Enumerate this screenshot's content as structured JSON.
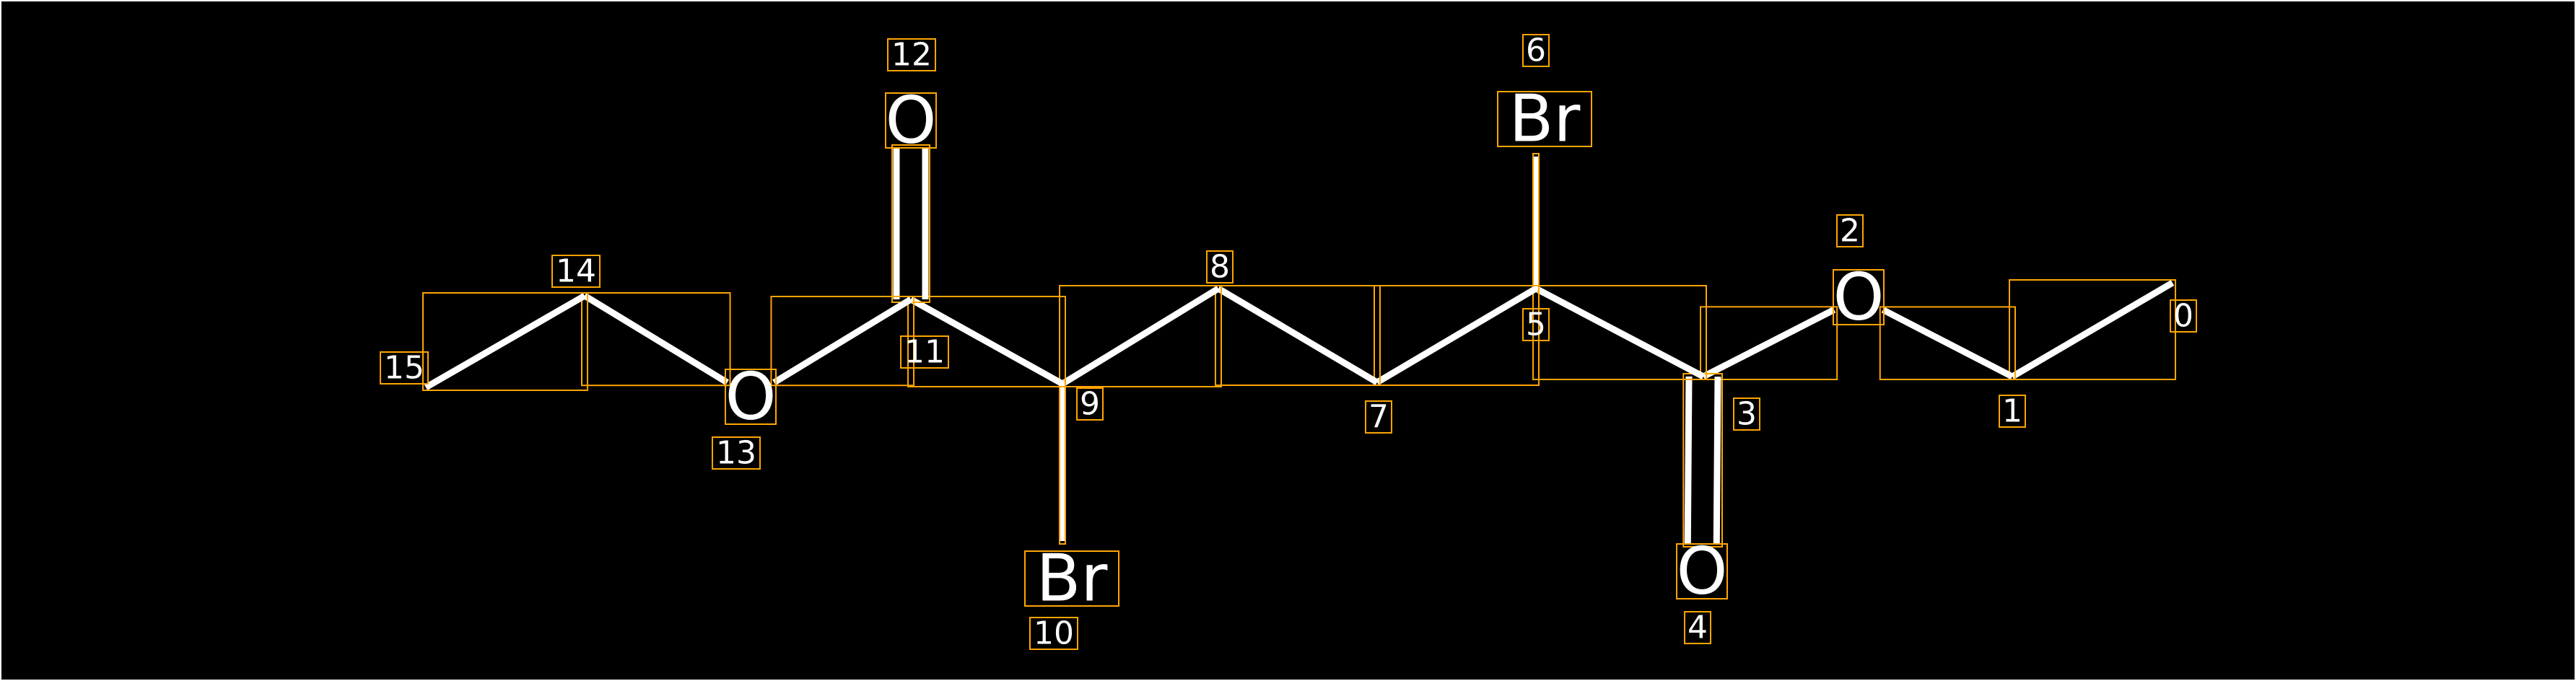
{
  "molecule": {
    "atoms": [
      {
        "index": "0",
        "label": ""
      },
      {
        "index": "1",
        "label": ""
      },
      {
        "index": "2",
        "label": "O"
      },
      {
        "index": "3",
        "label": ""
      },
      {
        "index": "4",
        "label": "O"
      },
      {
        "index": "5",
        "label": ""
      },
      {
        "index": "6",
        "label": "Br"
      },
      {
        "index": "7",
        "label": ""
      },
      {
        "index": "8",
        "label": ""
      },
      {
        "index": "9",
        "label": ""
      },
      {
        "index": "10",
        "label": "Br"
      },
      {
        "index": "11",
        "label": ""
      },
      {
        "index": "12",
        "label": "O"
      },
      {
        "index": "13",
        "label": "O"
      },
      {
        "index": "14",
        "label": ""
      },
      {
        "index": "15",
        "label": ""
      }
    ],
    "bonds": [
      {
        "from": 0,
        "to": 1,
        "order": 1
      },
      {
        "from": 1,
        "to": 2,
        "order": 1
      },
      {
        "from": 2,
        "to": 3,
        "order": 1
      },
      {
        "from": 3,
        "to": 4,
        "order": 2
      },
      {
        "from": 3,
        "to": 5,
        "order": 1
      },
      {
        "from": 5,
        "to": 6,
        "order": 1
      },
      {
        "from": 5,
        "to": 7,
        "order": 1
      },
      {
        "from": 7,
        "to": 8,
        "order": 1
      },
      {
        "from": 8,
        "to": 9,
        "order": 1
      },
      {
        "from": 9,
        "to": 10,
        "order": 1
      },
      {
        "from": 9,
        "to": 11,
        "order": 1
      },
      {
        "from": 11,
        "to": 12,
        "order": 2
      },
      {
        "from": 11,
        "to": 13,
        "order": 1
      },
      {
        "from": 13,
        "to": 14,
        "order": 1
      },
      {
        "from": 14,
        "to": 15,
        "order": 1
      }
    ]
  }
}
